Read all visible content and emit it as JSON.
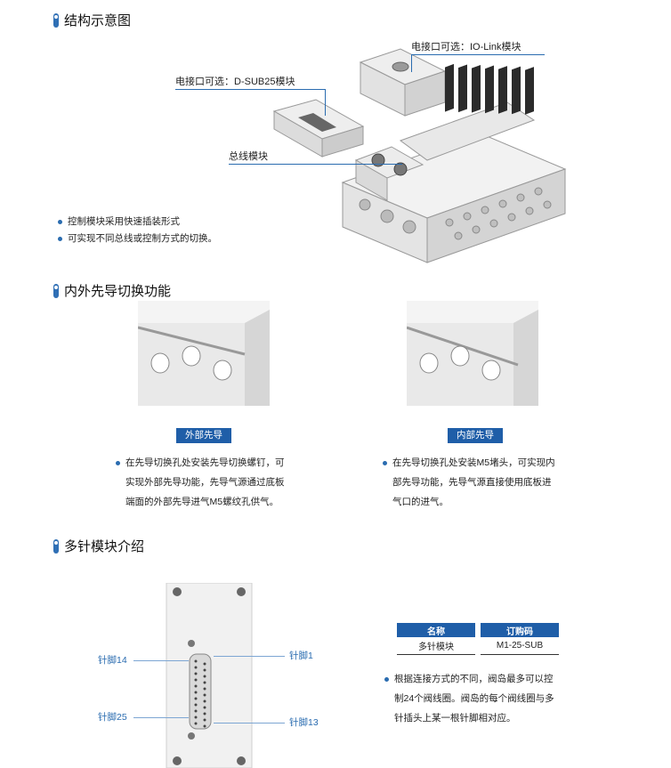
{
  "sections": {
    "structure": {
      "title": "结构示意图",
      "callouts": {
        "iolink": "电接口可选：IO-Link模块",
        "dsub": "电接口可选：D-SUB25模块",
        "bus": "总线模块"
      },
      "bullets": [
        "控制模块采用快速插装形式",
        "可实现不同总线或控制方式的切换。"
      ]
    },
    "pilot": {
      "title": "内外先导切换功能",
      "external": {
        "label": "外部先导",
        "lines": [
          "在先导切换孔处安装先导切换螺钉，可",
          "实现外部先导功能，先导气源通过底板",
          "端面的外部先导进气M5螺纹孔供气。"
        ]
      },
      "internal": {
        "label": "内部先导",
        "lines": [
          "在先导切换孔处安装M5堵头，可实现内",
          "部先导功能，先导气源直接使用底板进",
          "气口的进气。"
        ]
      }
    },
    "multipin": {
      "title": "多针模块介绍",
      "pins": {
        "p14": "针脚14",
        "p1": "针脚1",
        "p25": "针脚25",
        "p13": "针脚13"
      },
      "table": {
        "headers": [
          "名称",
          "订购码"
        ],
        "row": [
          "多针模块",
          "M1-25-SUB"
        ]
      },
      "lines": [
        "根据连接方式的不同，阀岛最多可以控",
        "制24个阀线圈。阀岛的每个阀线圈与多",
        "针插头上某一根针脚相对应。"
      ]
    }
  },
  "colors": {
    "accent": "#2a6cb0",
    "label_bg": "#1f5ea8"
  }
}
